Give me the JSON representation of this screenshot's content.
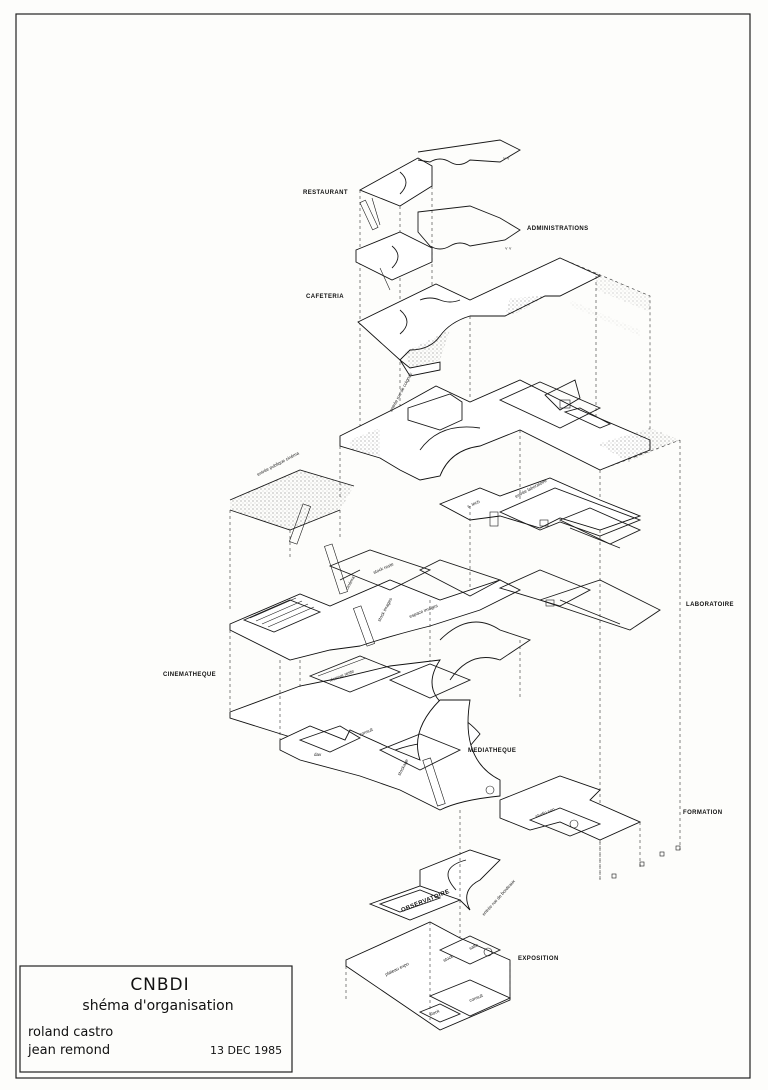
{
  "labels": {
    "restaurant": "RESTAURANT",
    "administrations": "ADMINISTRATIONS",
    "cafeteria": "CAFETERIA",
    "laboratoire": "LABORATOIRE",
    "cinematheque": "CINEMATHEQUE",
    "mediatheque": "MEDIATHEQUE",
    "formation": "FORMATION",
    "exposition": "EXPOSITION",
    "observatoire": "OBSERVATOIRE"
  },
  "annotations": {
    "entree_rue_de_coignac": "entrée rue de coignac",
    "entree_publique_cinema": "entrée publique cinéma",
    "entree_laboratoire": "entrée laboratoire",
    "s_tech": "s. tech",
    "stock_reste": "stock reste",
    "cinema": "cinéma",
    "stock_images": "stock images",
    "espace_images": "espace images",
    "reserve_reste": "réserve reste",
    "dav": "dav",
    "consult": "consult",
    "stockage": "stockage",
    "studio_son": "studio son",
    "entree_rue_de_bordeaux": "entrée rue de bordeaux",
    "plateau_expo": "plateau expo",
    "stock": "stock",
    "salle": "salle",
    "consult_bottom": "consult",
    "stock_bottom": "stock"
  },
  "title_block": {
    "title": "CNBDI",
    "subtitle": "shéma d'organisation",
    "author_1": "roland castro",
    "author_2": "jean remond",
    "date": "13 DEC 1985"
  }
}
